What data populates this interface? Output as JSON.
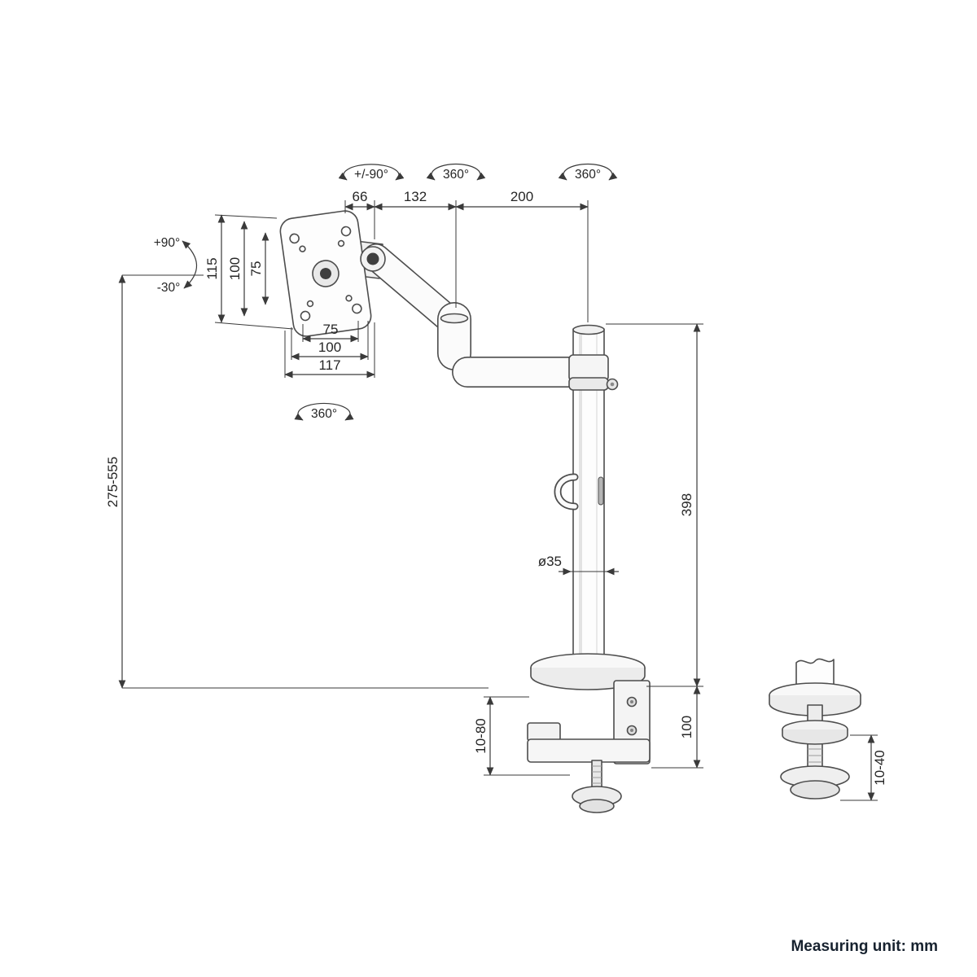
{
  "footer": {
    "measuring_unit": "Measuring unit: mm"
  },
  "rotations": {
    "tilt_up": "+90°",
    "tilt_down": "-30°",
    "head_swivel": "+/-90°",
    "elbow_rotation": "360°",
    "pole_rotation": "360°",
    "vesa_rotation": "360°"
  },
  "dimensions": {
    "head_offset": "66",
    "front_arm": "132",
    "rear_arm": "200",
    "plate_height": "115",
    "vesa_vertical_100": "100",
    "vesa_vertical_75": "75",
    "vesa_horizontal_75": "75",
    "vesa_horizontal_100": "100",
    "plate_width": "117",
    "height_range": "275-555",
    "pole_height": "398",
    "pole_diameter": "ø35",
    "clamp_height": "100",
    "clamp_range": "10-80",
    "grommet_range": "10-40"
  }
}
